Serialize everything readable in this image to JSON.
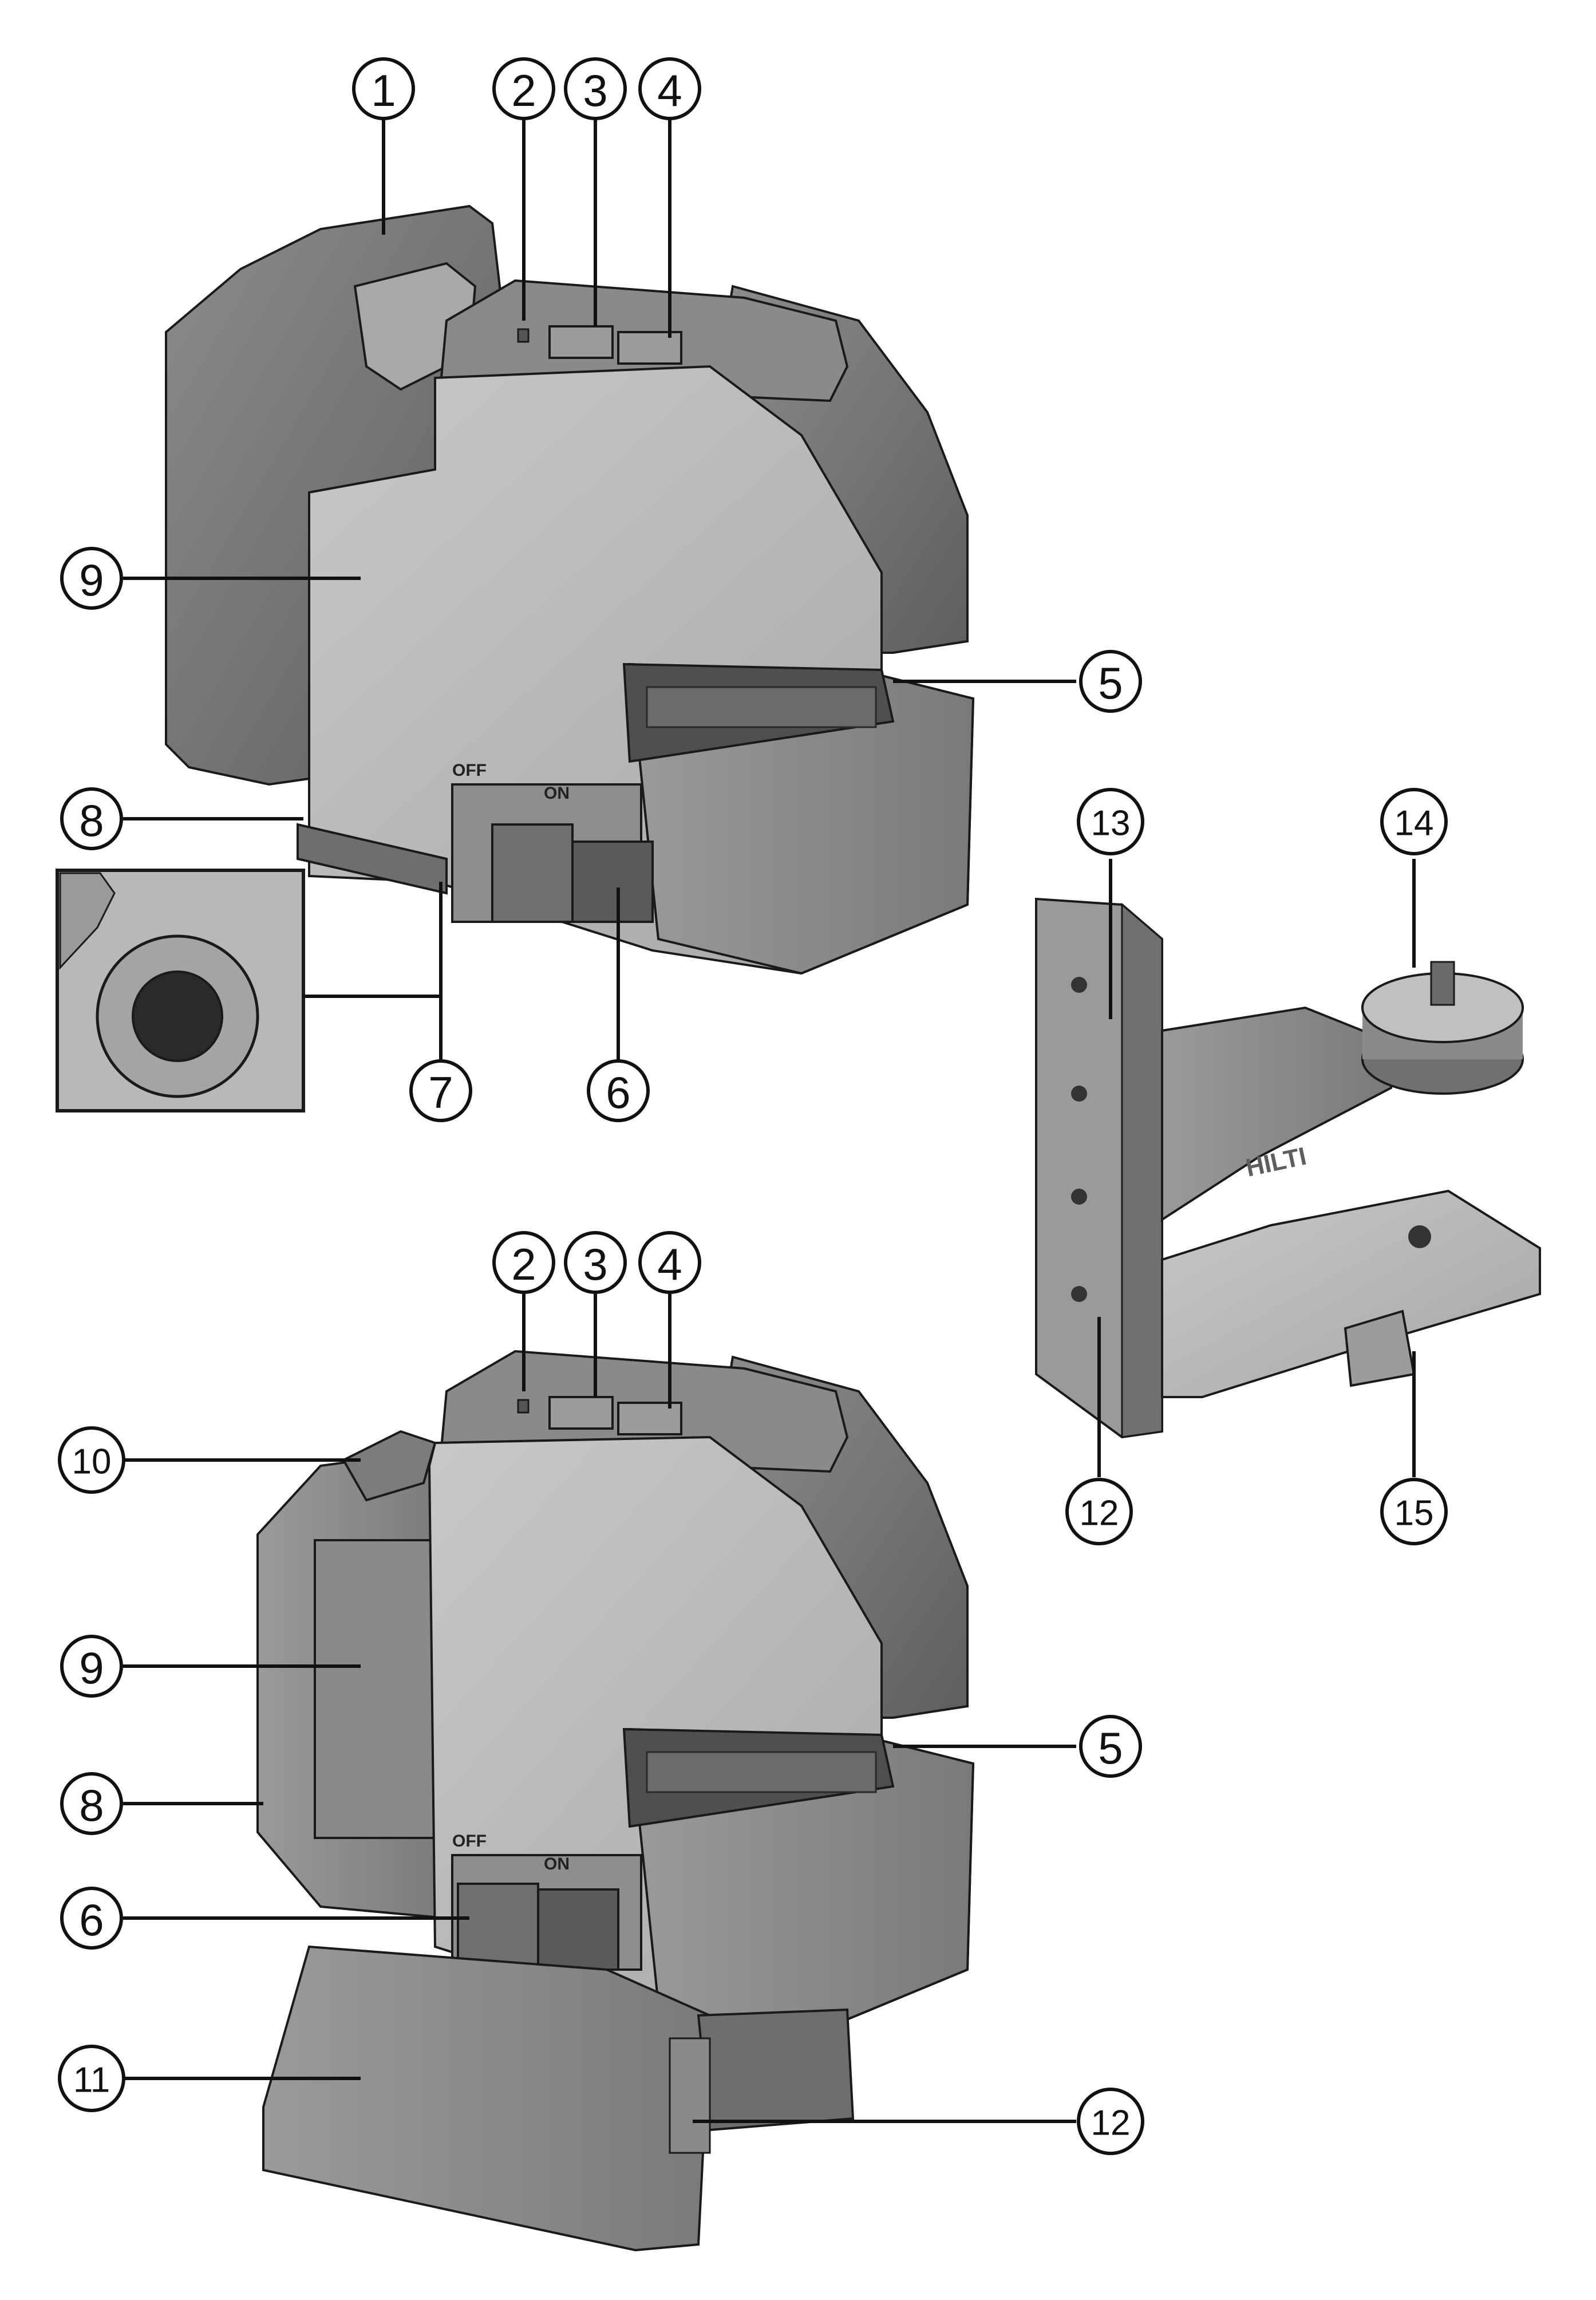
{
  "callouts": {
    "c1": "1",
    "c2a": "2",
    "c3a": "3",
    "c4a": "4",
    "c5a": "5",
    "c6a": "6",
    "c7": "7",
    "c8a": "8",
    "c9a": "9",
    "c2b": "2",
    "c3b": "3",
    "c4b": "4",
    "c5b": "5",
    "c6b": "6",
    "c8b": "8",
    "c9b": "9",
    "c10": "10",
    "c11": "11",
    "c12a": "12",
    "c12b": "12",
    "c13": "13",
    "c14": "14",
    "c15": "15"
  },
  "switch_labels": {
    "top_off": "OFF",
    "top_on": "ON",
    "bottom_off": "OFF",
    "bottom_on": "ON"
  },
  "bracket_brand": "HILTI",
  "colors": {
    "body_dark": "#7a7a7a",
    "body_mid": "#8e8e8e",
    "body_light": "#b4b4b4",
    "body_lighter": "#c6c6c6",
    "outline": "#1a1a1a"
  }
}
